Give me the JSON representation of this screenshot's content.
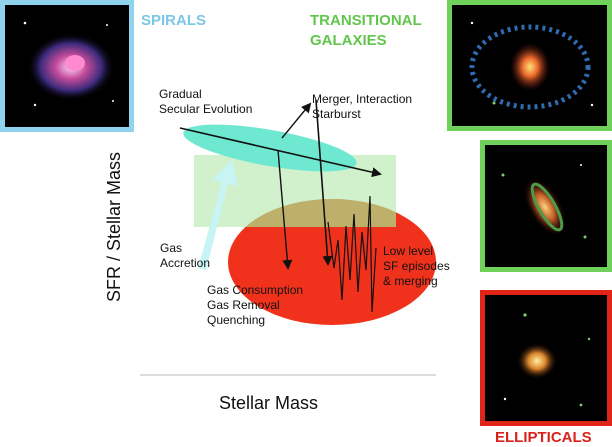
{
  "categories": {
    "spirals": "SPIRALS",
    "transitional_line1": "TRANSITIONAL",
    "transitional_line2": "GALAXIES",
    "ellipticals": "ELLIPTICALS"
  },
  "annotations": {
    "secular_line1": "Gradual",
    "secular_line2": "Secular Evolution",
    "merger_line1": "Merger, Interaction",
    "merger_line2": "Starburst",
    "accretion_line1": "Gas",
    "accretion_line2": "Accretion",
    "quench_line1": "Gas Consumption",
    "quench_line2": "Gas Removal",
    "quench_line3": "Quenching",
    "sf_line1": "Low level",
    "sf_line2": "SF episodes",
    "sf_line3": "& merging"
  },
  "axes": {
    "y_label": "SFR / Stellar Mass",
    "x_label": "Stellar Mass"
  },
  "colors": {
    "spiral_frame": "#8fd3ee",
    "transitional_frame": "#6fd05a",
    "elliptical_frame": "#e02418",
    "spirals_text": "#7cc6e6",
    "transitional_text": "#62c64c",
    "ellipticals_text": "#d8231a",
    "blue_cloud": "#6fe8d2",
    "green_valley": "#a9e6a0",
    "red_sequence": "#f0321c",
    "orange_overlap": "#d8702a"
  }
}
